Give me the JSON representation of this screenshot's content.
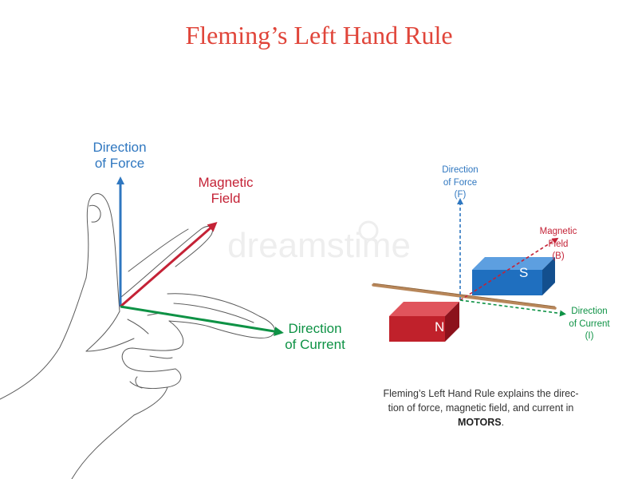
{
  "title": "Fleming’s Left Hand Rule",
  "hand_labels": {
    "force": [
      "Direction",
      "of Force"
    ],
    "field": [
      "Magnetic",
      "Field"
    ],
    "current": [
      "Direction",
      "of Current"
    ]
  },
  "motor_labels": {
    "force": [
      "Direction",
      "of Force",
      "(F)"
    ],
    "field": [
      "Magnetic",
      "Field",
      "(B)"
    ],
    "current": [
      "Direction",
      "of Current",
      "(I)"
    ]
  },
  "magnets": {
    "south": "S",
    "north": "N"
  },
  "caption": {
    "text": "Fleming’s Left Hand Rule explains the direc- tion of force, magnetic field, and current in",
    "emphasis": "MOTORS",
    "end": "."
  },
  "watermark": "dreamstime",
  "colors": {
    "title": "#e0453a",
    "force": "#2f77c0",
    "field": "#c42236",
    "current": "#0e9245",
    "magnet_south": "#1f6fbf",
    "magnet_north": "#c0212b",
    "wire": "#b8875a"
  }
}
